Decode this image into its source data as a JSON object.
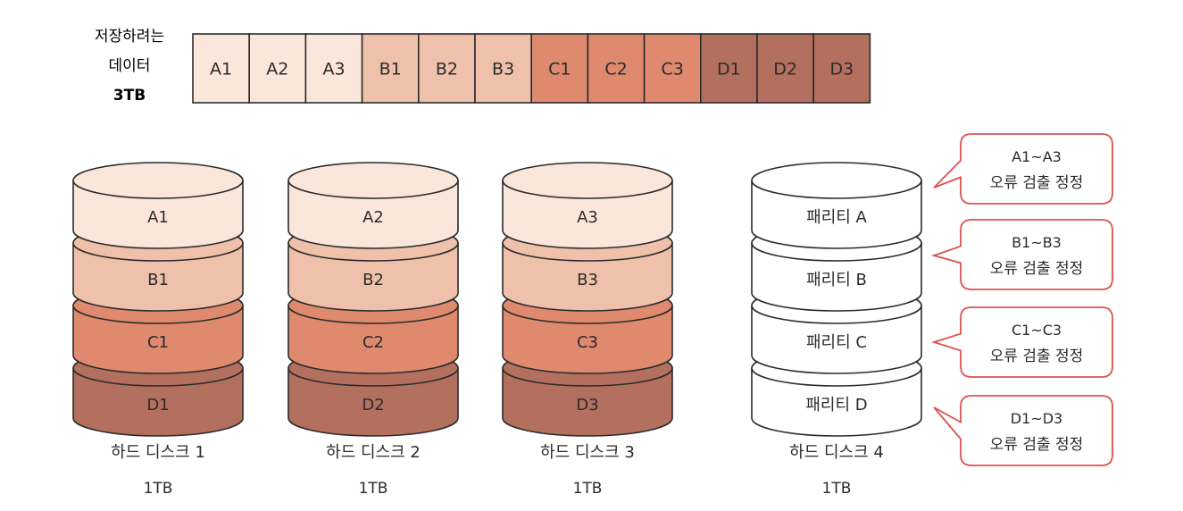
{
  "data_to_store": {
    "label_lines": [
      "저장하려는",
      "데이터",
      "3TB"
    ],
    "blocks": [
      "A1",
      "A2",
      "A3",
      "B1",
      "B2",
      "B3",
      "C1",
      "C2",
      "C3",
      "D1",
      "D2",
      "D3"
    ]
  },
  "colors": {
    "A": "#fbe6dc",
    "B": "#efc1ab",
    "C": "#df8a6f",
    "D": "#b4705f",
    "parity": "#ffffff",
    "outline": "#2b2b2b",
    "callout_border": "#d9534f"
  },
  "disks": [
    {
      "name": "하드 디스크 1",
      "size": "1TB",
      "platters": [
        "A1",
        "B1",
        "C1",
        "D1"
      ]
    },
    {
      "name": "하드 디스크 2",
      "size": "1TB",
      "platters": [
        "A2",
        "B2",
        "C2",
        "D2"
      ]
    },
    {
      "name": "하드 디스크 3",
      "size": "1TB",
      "platters": [
        "A3",
        "B3",
        "C3",
        "D3"
      ]
    },
    {
      "name": "하드 디스크 4",
      "size": "1TB",
      "platters": [
        "패리티 A",
        "패리티 B",
        "패리티 C",
        "패리티 D"
      ]
    }
  ],
  "callouts": [
    {
      "range": "A1~A3",
      "text": "오류 검출 정정"
    },
    {
      "range": "B1~B3",
      "text": "오류 검출 정정"
    },
    {
      "range": "C1~C3",
      "text": "오류 검출 정정"
    },
    {
      "range": "D1~D3",
      "text": "오류 검출 정정"
    }
  ]
}
